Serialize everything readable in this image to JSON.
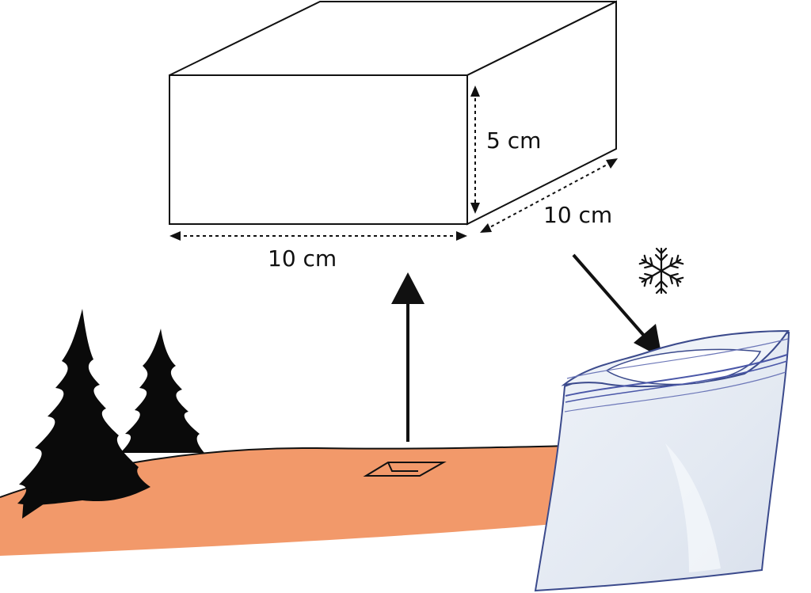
{
  "diagram": {
    "box": {
      "height_label": "5 cm",
      "depth_label": "10 cm",
      "width_label": "10 cm"
    },
    "icons": {
      "snowflake": "snowflake-icon",
      "trees": "pine-tree-icon",
      "bag": "zip-bag-icon"
    },
    "colors": {
      "ground": "#f2996a",
      "outline": "#111111",
      "bag_fill": "#e9eef6",
      "bag_stripe": "#4a57a8"
    }
  }
}
